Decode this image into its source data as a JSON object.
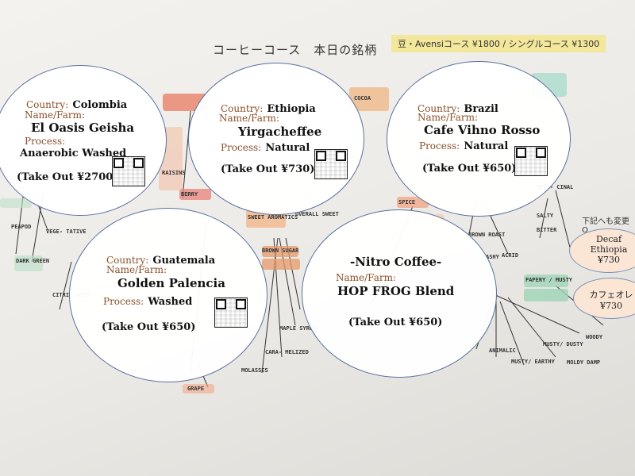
{
  "header": {
    "title": "コーヒーコース　本日の銘柄",
    "price_tag": "豆・Avensiコース ¥1800 / シングルコース ¥1300"
  },
  "coffees": [
    {
      "country_label": "Country:",
      "country": "Colombia",
      "farm_label": "Name/Farm:",
      "farm": "El Oasis Geisha",
      "process_label": "Process:",
      "process": "Anaerobic Washed",
      "takeout": "(Take Out ¥2700)"
    },
    {
      "country_label": "Country:",
      "country": "Ethiopia",
      "farm_label": "Name/Farm:",
      "farm": "Yirgacheffee",
      "process_label": "Process:",
      "process": "Natural",
      "takeout": "(Take Out ¥730)"
    },
    {
      "country_label": "Country:",
      "country": "Brazil",
      "farm_label": "Name/Farm:",
      "farm": "Cafe Vihno Rosso",
      "process_label": "Process:",
      "process": "Natural",
      "takeout": "(Take Out ¥650)"
    },
    {
      "country_label": "Country:",
      "country": "Guatemala",
      "farm_label": "Name/Farm:",
      "farm": "Golden Palencia",
      "process_label": "Process:",
      "process": "Washed",
      "takeout": "(Take Out ¥650)"
    },
    {
      "heading": "-Nitro Coffee-",
      "farm_label": "Name/Farm:",
      "farm": "HOP FROG Blend",
      "takeout": "(Take Out ¥650)"
    }
  ],
  "side": {
    "note": "下記へも変更O",
    "decaf_label": "Decaf",
    "decaf_name": "Ethiopia",
    "decaf_price": "¥730",
    "cafeole_label": "カフェオレ",
    "cafeole_price": "¥730"
  },
  "wheel_words": {
    "brown_sugar": "BROWN SUGAR",
    "papery_musty": "PAPERY / MUSTY",
    "sweet_aromatics": "SWEET AROMATICS",
    "overall_sweet": "OVERALL SWEET",
    "molasses": "MOLASSES",
    "caramelized": "CARA- MELIZED",
    "maple_syrup": "MAPLE SYRUP",
    "woody": "WOODY",
    "moldy_damp": "MOLDY DAMP",
    "musty_dusty": "MUSTY/ DUSTY",
    "musty_earthy": "MUSTY/ EARTHY",
    "animalic": "ANIMALIC",
    "salty": "SALTY",
    "bitter": "BITTER",
    "acrid": "ACRID",
    "ashy": "ASHY",
    "brown_roast": "BROWN ROAST",
    "dark_green": "DARK GREEN",
    "vegetative": "VEGE- TATIVE",
    "peapod": "PEAPOD",
    "berry": "BERRY",
    "raisins": "RAISINS",
    "grape": "GRAPE",
    "cocoa": "COCOA",
    "spice": "SPICE",
    "citric_acid": "CITRIC ACID",
    "medicinal": "MEDI- CINAL"
  },
  "colors": {
    "circle_border": "#5a6fa0",
    "price_tag_bg": "#f2e79a",
    "side_oval_bg": "#fbe6d6"
  }
}
